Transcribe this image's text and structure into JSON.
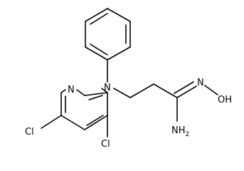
{
  "molecule": {
    "atoms": {
      "pyridine_n": "N",
      "amine_n": "N",
      "oxime_n": "N",
      "hydroxyl": "OH",
      "hydroxyl_o": "O",
      "hydroxyl_h": "H",
      "amide_n": "N",
      "amide_h": "H",
      "amide_h_count": "2",
      "chlorine_left": "Cl",
      "chlorine_right": "Cl"
    }
  }
}
